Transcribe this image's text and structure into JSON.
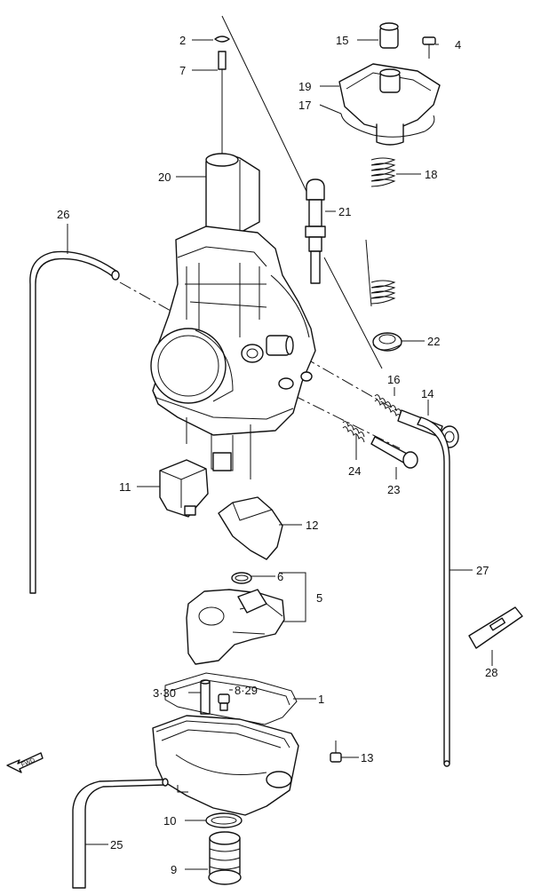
{
  "callouts": {
    "c2": "2",
    "c7": "7",
    "c15": "15",
    "c4": "4",
    "c19": "19",
    "c17": "17",
    "c18": "18",
    "c20": "20",
    "c21": "21",
    "c26": "26",
    "c22": "22",
    "c16": "16",
    "c14": "14",
    "c24": "24",
    "c23": "23",
    "c11": "11",
    "c12": "12",
    "c6": "6",
    "c5": "5",
    "c27": "27",
    "c28": "28",
    "c3_30": "3·30",
    "c8_29": "8·29",
    "c1": "1",
    "c13": "13",
    "c10": "10",
    "c25": "25",
    "c9": "9"
  },
  "fwd_label": "FWD"
}
